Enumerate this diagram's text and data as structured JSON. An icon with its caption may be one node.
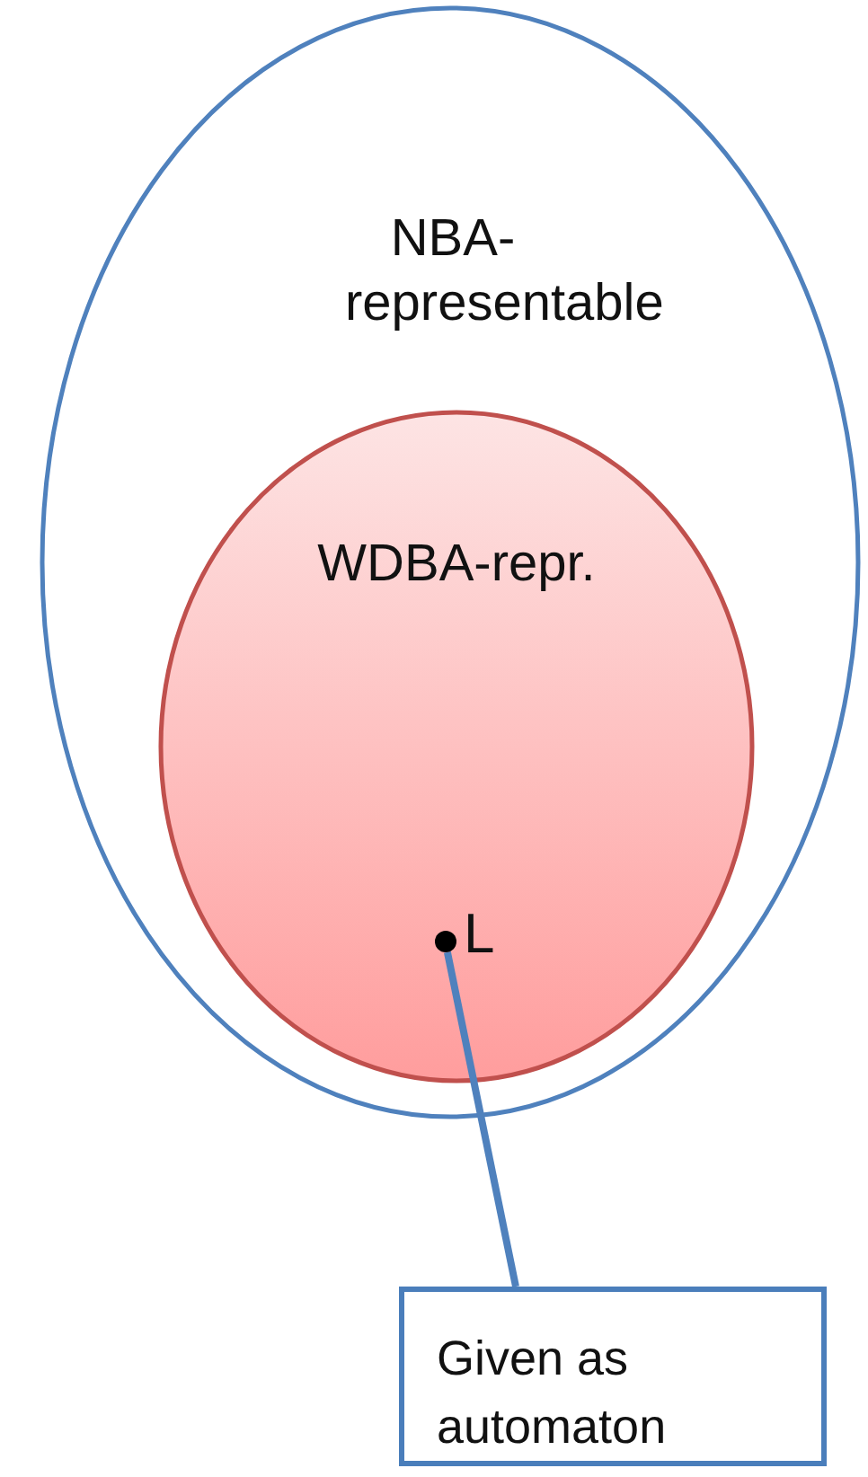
{
  "diagram": {
    "nodes": [
      {
        "text": [
          "NBA-representable"
        ]
      },
      {
        "text": [
          "WDBA-repr."
        ],
        "in": 0
      },
      {
        "text": [],
        "shape": "circle",
        "in": 1,
        "beside": [
          "L"
        ]
      },
      {
        "text": [
          "Given as automaton"
        ]
      }
    ],
    "edges": [
      {
        "from": 3,
        "to": 2,
        "arrow": "none"
      }
    ]
  }
}
